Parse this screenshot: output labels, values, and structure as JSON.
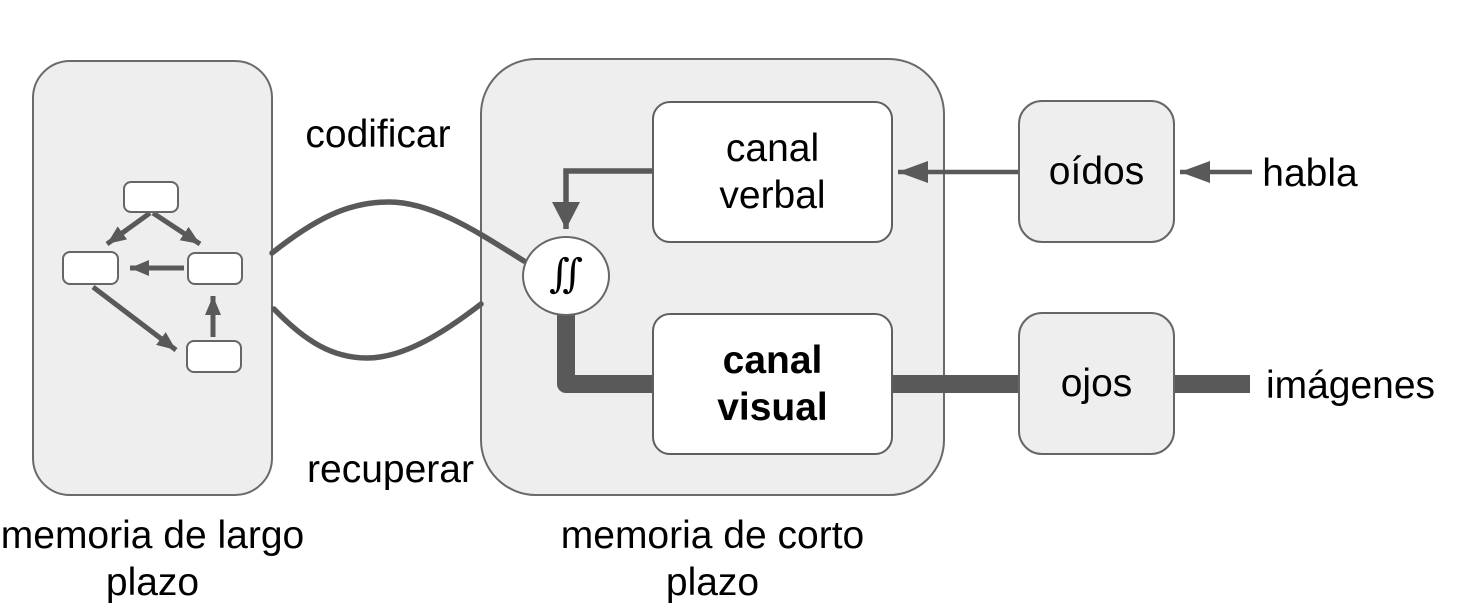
{
  "diagram": {
    "long_term_memory": {
      "label": "memoria de largo\nplazo"
    },
    "short_term_memory": {
      "label": "memoria de corto\nplazo",
      "verbal_channel_label": "canal\nverbal",
      "visual_channel_label": "canal\nvisual",
      "integration_symbol": "∬"
    },
    "processes": {
      "encode": "codificar",
      "retrieve": "recuperar"
    },
    "sensors": {
      "ears": "oídos",
      "eyes": "ojos"
    },
    "stimuli": {
      "speech": "habla",
      "images": "imágenes"
    },
    "colors": {
      "container_fill": "#eeeeee",
      "container_border": "#6a6a6a",
      "shape_fill": "#ffffff",
      "shape_border": "#666666",
      "connector": "#595959",
      "text": "#000000"
    }
  }
}
